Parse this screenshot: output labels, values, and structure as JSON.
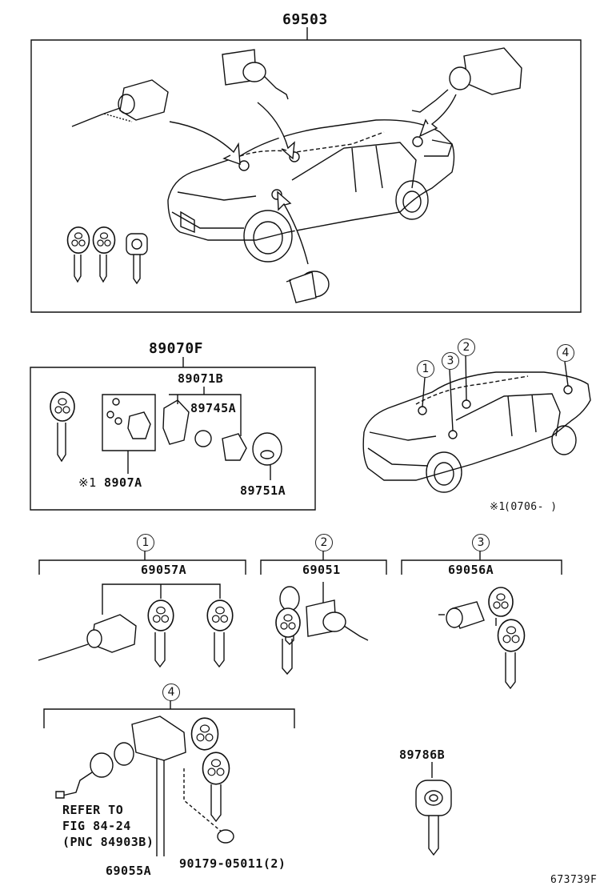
{
  "title_part": "69503",
  "kit": {
    "part": "89070F",
    "sub_a": "89071B",
    "sub_b": "89745A",
    "sub_c": "8907A",
    "sub_c_mark": "※1",
    "sub_d": "89751A"
  },
  "note": {
    "mark": "※1",
    "text": "(0706-      )"
  },
  "locations": [
    {
      "num": "1"
    },
    {
      "num": "2"
    },
    {
      "num": "3"
    },
    {
      "num": "4"
    }
  ],
  "groups": [
    {
      "num": "1",
      "part": "69057A"
    },
    {
      "num": "2",
      "part": "69051"
    },
    {
      "num": "3",
      "part": "69056A"
    },
    {
      "num": "4",
      "part": "69055A"
    }
  ],
  "refer": {
    "line1": "REFER TO",
    "line2": "FIG 84-24",
    "line3": "(PNC 84903B)"
  },
  "bolt": "90179-05011(2)",
  "key_part": "89786B",
  "figure_id": "673739F"
}
